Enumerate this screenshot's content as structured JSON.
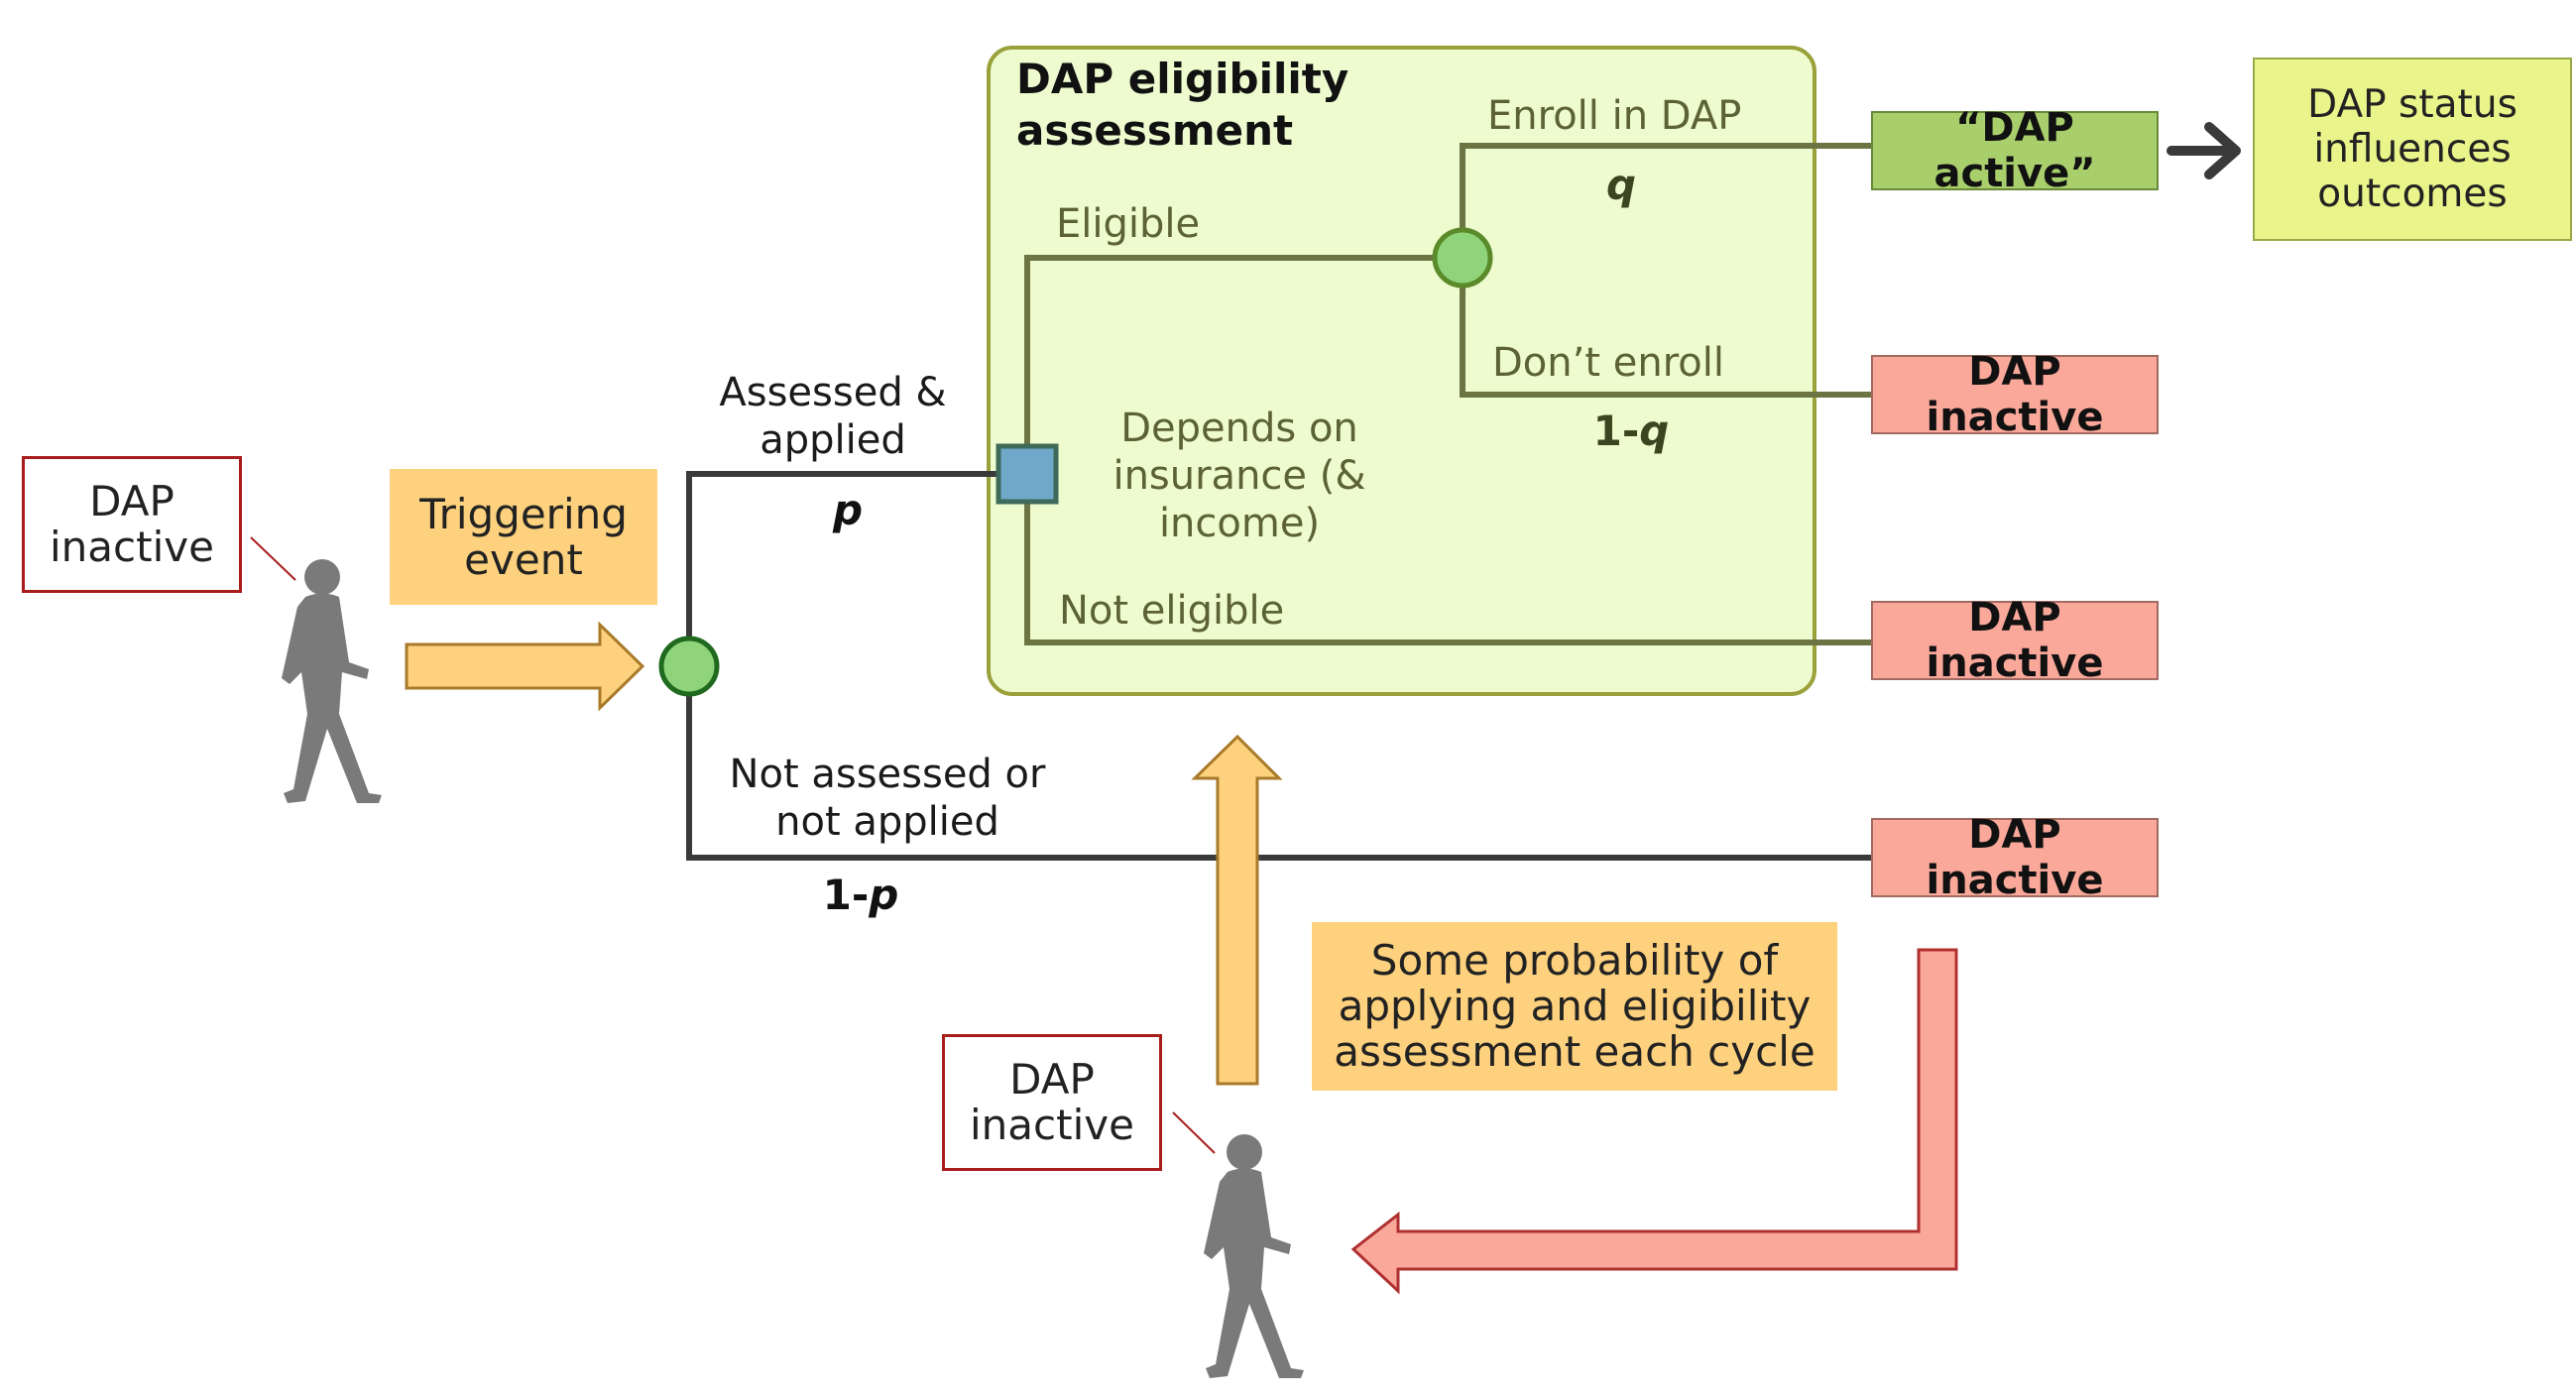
{
  "panel_title": "DAP eligibility\nassessment",
  "person_top": {
    "label": "DAP\ninactive"
  },
  "person_bottom": {
    "label": "DAP\ninactive"
  },
  "triggering_event": "Triggering\nevent",
  "cycle_note": "Some probability of\napplying and eligibility\nassessment each cycle",
  "branches": {
    "assessed": "Assessed &\napplied",
    "p": "p",
    "not_assessed": "Not assessed or\nnot applied",
    "one_minus_p_prefix": "1-",
    "one_minus_p_var": "p",
    "eligible": "Eligible",
    "not_eligible": "Not eligible",
    "depends": "Depends on\ninsurance (&\nincome)",
    "enroll": "Enroll in DAP",
    "q": "q",
    "dont_enroll": "Don’t enroll",
    "one_minus_q_prefix": "1-",
    "one_minus_q_var": "q"
  },
  "outcomes": {
    "active": "“DAP active”",
    "inactive_1": "DAP inactive",
    "inactive_2": "DAP inactive",
    "inactive_3": "DAP inactive"
  },
  "status_note": "DAP status\ninfluences\noutcomes",
  "colors": {
    "panel_fill": "#eefbcf",
    "panel_border": "#9aa03a",
    "chance_node": "#8fd47a",
    "decision_node": "#6fa8c8",
    "arrow_orange": "#fdd17d",
    "arrow_pink": "#f9a89a"
  }
}
